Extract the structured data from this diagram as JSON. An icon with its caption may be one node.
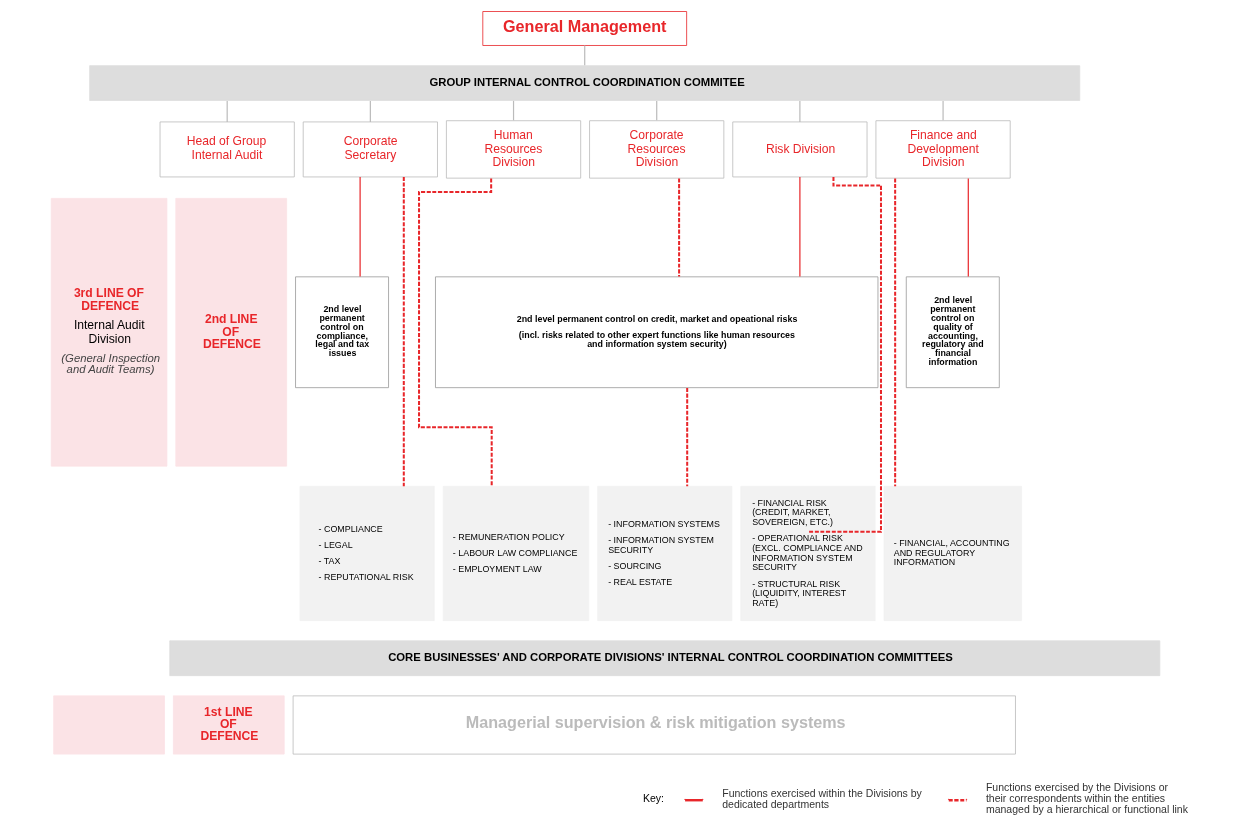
{
  "diagram": {
    "nodes": [
      {
        "text": [
          "General Management"
        ]
      },
      {
        "text": [
          "GROUP INTERNAL CONTROL COORDINATION COMMITEE"
        ]
      },
      {
        "text": [
          "Head of Group Internal Audit"
        ]
      },
      {
        "text": [
          "Corporate Secretary"
        ]
      },
      {
        "text": [
          "Human Resources Division"
        ]
      },
      {
        "text": [
          "Corporate Resources Division"
        ]
      },
      {
        "text": [
          "Risk Division"
        ]
      },
      {
        "text": [
          "Finance and Development Division"
        ]
      },
      {
        "text": [
          "3rd LINE OF DEFENCE",
          "Internal Audit Division",
          "(General Inspection and Audit Teams)"
        ]
      },
      {
        "text": [
          "2nd LINE OF DEFENCE"
        ]
      },
      {
        "text": [
          "2nd level permanent control on compliance, legal and tax issues"
        ]
      },
      {
        "text": [
          "2nd level permanent control on credit, market and opeational risks",
          "(incl. risks related to other expert functions like human resources and information system security)"
        ]
      },
      {
        "text": [
          "2nd level permanent control on quality of accounting, regulatory and financial information"
        ]
      },
      {
        "text": [
          "- COMPLIANCE",
          "- LEGAL",
          "- TAX",
          "- REPUTATIONAL RISK"
        ]
      },
      {
        "text": [
          "- REMUNERATION POLICY",
          "- LABOUR LAW COMPLIANCE",
          "- EMPLOYMENT LAW"
        ]
      },
      {
        "text": [
          "- INFORMATION SYSTEMS",
          "- INFORMATION SYSTEM SECURITY",
          "- SOURCING",
          "- REAL ESTATE"
        ]
      },
      {
        "text": [
          "- FINANCIAL RISK (CREDIT, MARKET, SOVEREIGN, ETC.)",
          "- OPERATIONAL RISK (EXCL. COMPLIANCE AND INFORMATION SYSTEM SECURITY",
          "- STRUCTURAL RISK (LIQUIDITY, INTEREST RATE)"
        ]
      },
      {
        "text": [
          "- FINANCIAL, ACCOUNTING AND REGULATORY INFORMATION"
        ]
      },
      {
        "text": [
          "CORE BUSINESSES' AND CORPORATE DIVISIONS' INTERNAL CONTROL COORDINATION COMMITTEES"
        ]
      },
      {
        "text": [],
        "shape": "box"
      },
      {
        "text": [
          "1st LINE OF DEFENCE"
        ]
      },
      {
        "text": [
          "Managerial supervision & risk mitigation systems"
        ]
      }
    ],
    "edges": [
      {
        "from": 0,
        "to": 1,
        "arrow": "none",
        "color": "#bbbbbb"
      },
      {
        "from": 1,
        "to": 2,
        "arrow": "none",
        "color": "#bbbbbb"
      },
      {
        "from": 1,
        "to": 3,
        "arrow": "none",
        "color": "#bbbbbb"
      },
      {
        "from": 1,
        "to": 4,
        "arrow": "none",
        "color": "#bbbbbb"
      },
      {
        "from": 1,
        "to": 5,
        "arrow": "none",
        "color": "#bbbbbb"
      },
      {
        "from": 1,
        "to": 6,
        "arrow": "none",
        "color": "#bbbbbb"
      },
      {
        "from": 1,
        "to": 7,
        "arrow": "none",
        "color": "#bbbbbb"
      },
      {
        "from": 3,
        "to": 13,
        "arrow": "none",
        "style": "dashed",
        "color": "#e8262a"
      },
      {
        "from": 3,
        "to": 10,
        "arrow": "none",
        "color": "#e8262a"
      },
      {
        "from": 4,
        "to": 14,
        "arrow": "none",
        "style": "dashed",
        "color": "#e8262a"
      },
      {
        "from": 5,
        "to": 11,
        "arrow": "none",
        "style": "dashed",
        "color": "#e8262a"
      },
      {
        "from": 11,
        "to": 15,
        "arrow": "none",
        "style": "dashed",
        "color": "#e8262a"
      },
      {
        "from": 6,
        "to": 11,
        "arrow": "none",
        "color": "#e8262a"
      },
      {
        "from": 6,
        "to": 16,
        "arrow": "none",
        "style": "dashed",
        "color": "#e8262a"
      },
      {
        "from": 7,
        "to": 17,
        "arrow": "none",
        "style": "dashed",
        "color": "#e8262a"
      },
      {
        "from": 7,
        "to": 12,
        "arrow": "none",
        "color": "#e8262a"
      }
    ],
    "labels": [
      "Key:"
    ],
    "legend": [
      {
        "text": "Functions exercised within the Divisions by dedicated departments"
      },
      {
        "text": "Functions exercised by the Divisions or their correspondents within the entities managed by a hierarchical or functional link"
      }
    ]
  }
}
